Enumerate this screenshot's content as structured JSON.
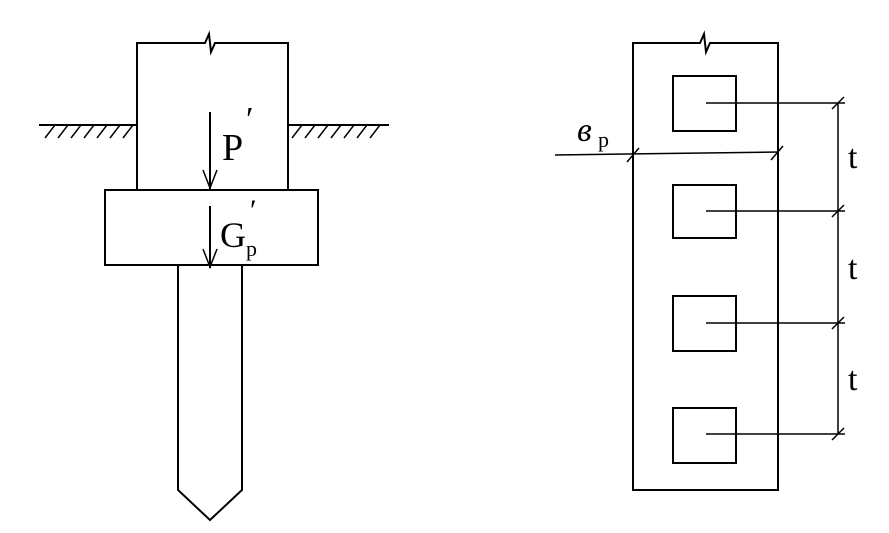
{
  "left_figure": {
    "load_label": "P",
    "load_prime": "′",
    "weight_label": "G",
    "weight_subscript": "p",
    "weight_prime": "′"
  },
  "right_figure": {
    "width_label": "в",
    "width_subscript": "p",
    "spacing_labels": [
      "t",
      "t",
      "t"
    ]
  }
}
